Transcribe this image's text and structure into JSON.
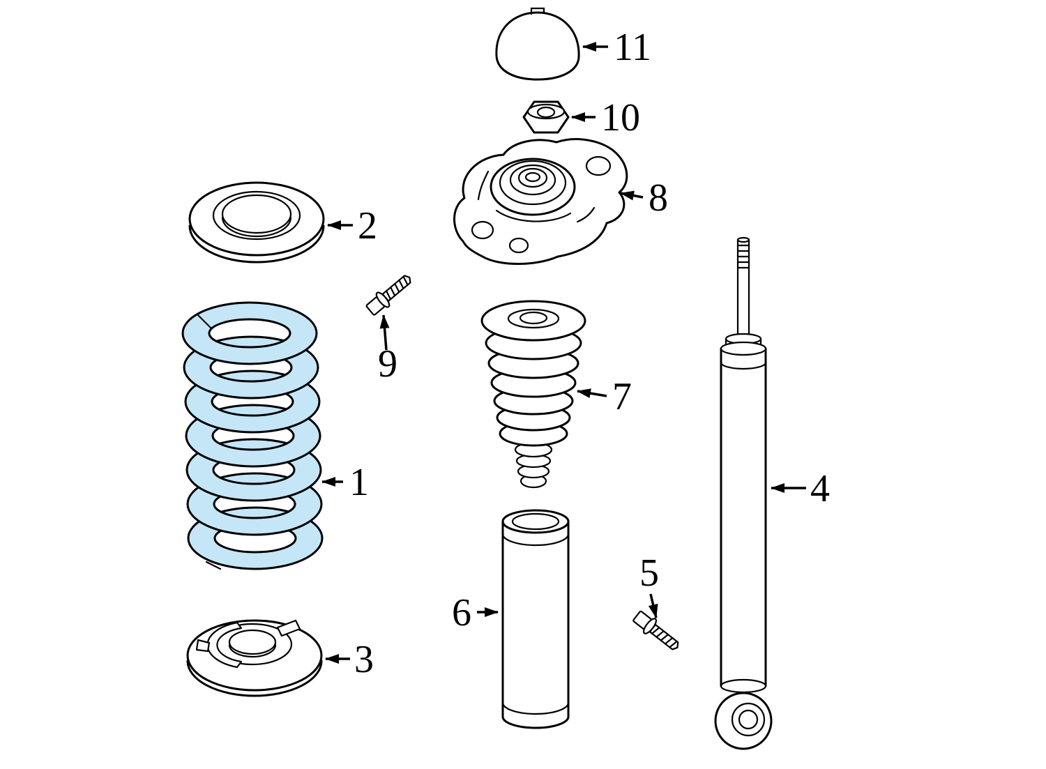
{
  "diagram": {
    "colors": {
      "background": "#ffffff",
      "line": "#000000",
      "highlight": "#c5e6f7"
    },
    "callouts": {
      "coil_spring": "1",
      "upper_spring_seat": "2",
      "lower_spring_seat": "3",
      "shock_absorber": "4",
      "shock_bolt": "5",
      "dust_boot": "6",
      "bump_stop": "7",
      "upper_mount": "8",
      "seat_bolt": "9",
      "mount_nut": "10",
      "mount_cap": "11"
    }
  }
}
